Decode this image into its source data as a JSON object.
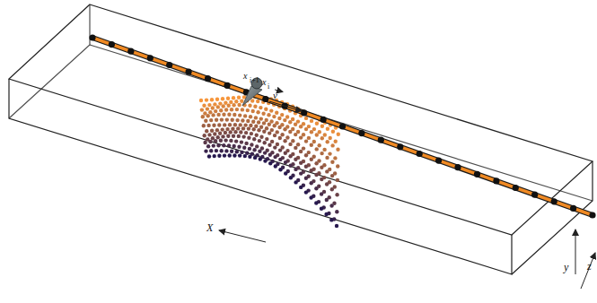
{
  "diagram": {
    "labels": [
      "x",
      "i+1",
      "x",
      "i",
      "v",
      "X",
      "y",
      "z"
    ]
  }
}
